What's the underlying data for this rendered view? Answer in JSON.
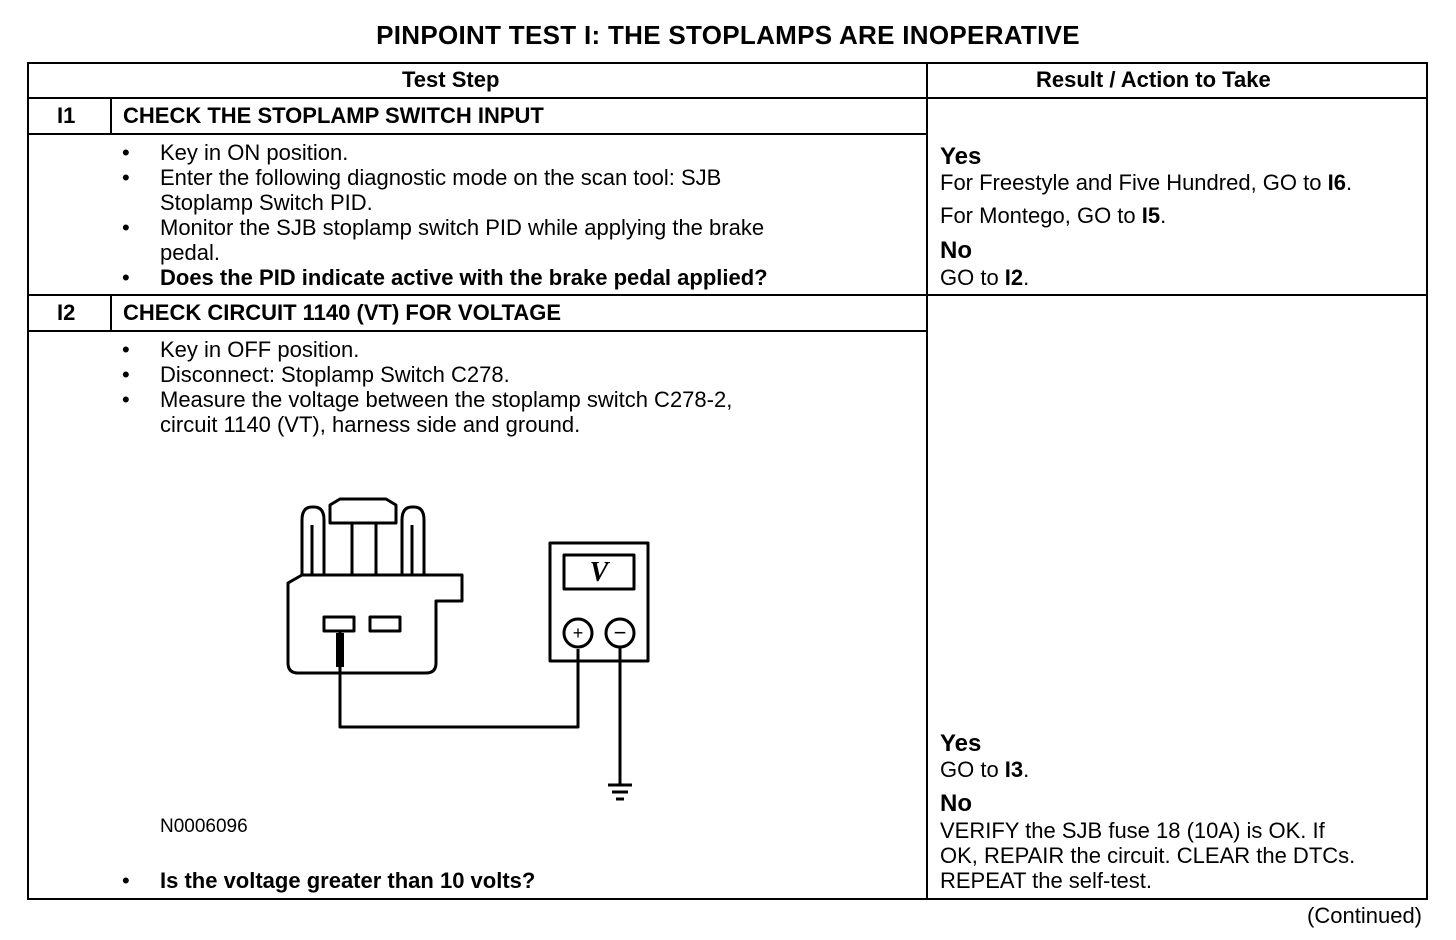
{
  "title": "PINPOINT TEST I: THE STOPLAMPS ARE INOPERATIVE",
  "headers": {
    "test_step": "Test Step",
    "result": "Result / Action to Take"
  },
  "steps": [
    {
      "id": "I1",
      "heading": "CHECK THE STOPLAMP SWITCH INPUT",
      "bullets": [
        "Key in ON position.",
        "Enter the following diagnostic mode on the scan tool: SJB",
        "Stoplamp Switch PID.",
        "Monitor the SJB stoplamp switch PID while applying the brake",
        "pedal.",
        "Does the PID indicate active with the brake pedal applied?"
      ],
      "results": {
        "yes_label": "Yes",
        "yes_line1_pre": "For Freestyle and Five Hundred, GO to ",
        "yes_line1_ref": "I6",
        "yes_line2_pre": "For Montego, GO to ",
        "yes_line2_ref": "I5",
        "no_label": "No",
        "no_line_pre": "GO to ",
        "no_line_ref": "I2"
      }
    },
    {
      "id": "I2",
      "heading": "CHECK CIRCUIT 1140 (VT) FOR VOLTAGE",
      "bullets": [
        "Key in OFF position.",
        "Disconnect: Stoplamp Switch C278.",
        "Measure the voltage between the stoplamp switch C278-2,",
        "circuit 1140 (VT), harness side and ground.",
        "Is the voltage greater than 10 volts?"
      ],
      "figure_id": "N0006096",
      "meter_symbol": "V",
      "results": {
        "yes_label": "Yes",
        "yes_line_pre": "GO to ",
        "yes_line_ref": "I3",
        "no_label": "No",
        "no_lines": [
          "VERIFY the SJB fuse 18 (10A) is OK. If",
          "OK, REPAIR the circuit. CLEAR the DTCs.",
          "REPEAT the self-test."
        ]
      }
    }
  ],
  "continued": "(Continued)"
}
